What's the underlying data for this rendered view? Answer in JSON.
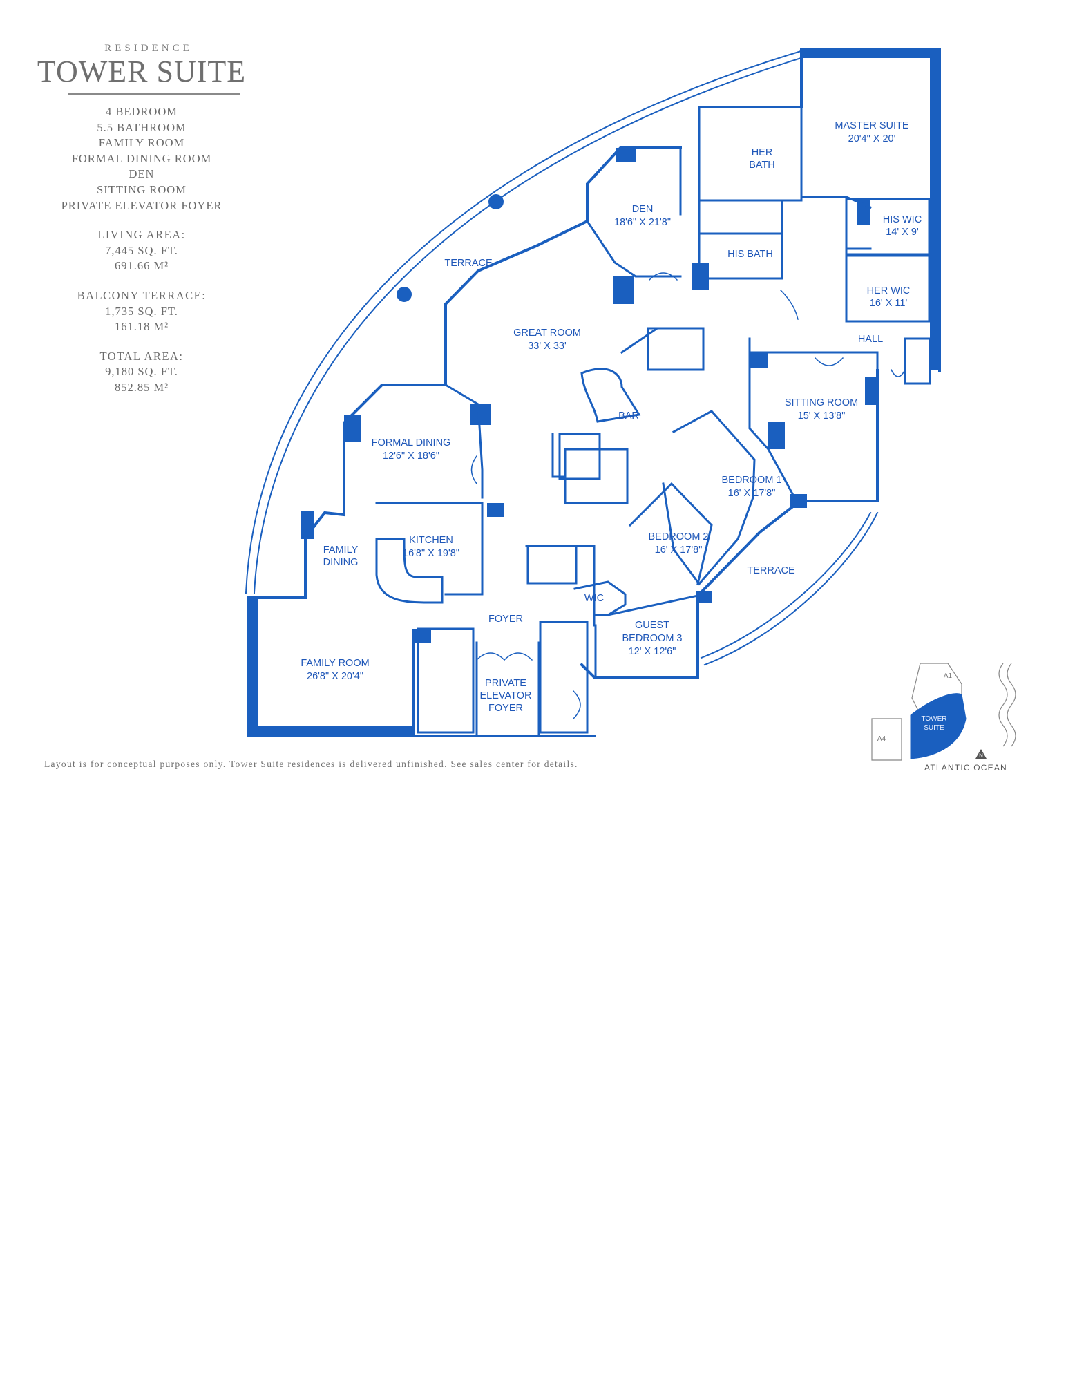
{
  "header": {
    "eyebrow": "RESIDENCE",
    "title": "TOWER SUITE"
  },
  "features": [
    "4 BEDROOM",
    "5.5 BATHROOM",
    "FAMILY ROOM",
    "FORMAL DINING ROOM",
    "DEN",
    "SITTING ROOM",
    "PRIVATE ELEVATOR FOYER"
  ],
  "stats": [
    {
      "label": "LIVING AREA:",
      "sqft": "7,445 SQ. FT.",
      "sqm": "691.66 M²"
    },
    {
      "label": "BALCONY TERRACE:",
      "sqft": "1,735 SQ. FT.",
      "sqm": "161.18 M²"
    },
    {
      "label": "TOTAL AREA:",
      "sqft": "9,180 SQ. FT.",
      "sqm": "852.85 M²"
    }
  ],
  "rooms": {
    "master_suite": {
      "name": "MASTER SUITE",
      "dims": "20'4\" X 20'"
    },
    "her_bath": {
      "line1": "HER",
      "line2": "BATH"
    },
    "den": {
      "name": "DEN",
      "dims": "18'6\" X 21'8\""
    },
    "his_wic": {
      "name": "HIS WIC",
      "dims": "14' X 9'"
    },
    "his_bath": {
      "name": "HIS BATH"
    },
    "her_wic": {
      "name": "HER WIC",
      "dims": "16' X 11'"
    },
    "hall": {
      "name": "HALL"
    },
    "terrace_top": {
      "name": "TERRACE"
    },
    "great_room": {
      "name": "GREAT ROOM",
      "dims": "33' X 33'"
    },
    "sitting_room": {
      "name": "SITTING ROOM",
      "dims": "15' X 13'8\""
    },
    "bar": {
      "name": "BAR"
    },
    "formal_dining": {
      "name": "FORMAL DINING",
      "dims": "12'6\" X 18'6\""
    },
    "bedroom1": {
      "name": "BEDROOM 1",
      "dims": "16' X 17'8\""
    },
    "bedroom2": {
      "name": "BEDROOM 2",
      "dims": "16' X 17'8\""
    },
    "kitchen": {
      "name": "KITCHEN",
      "dims": "16'8\" X 19'8\""
    },
    "family_dining": {
      "line1": "FAMILY",
      "line2": "DINING"
    },
    "terrace_bottom": {
      "name": "TERRACE"
    },
    "wic": {
      "name": "WIC"
    },
    "guest_bedroom": {
      "line1": "GUEST",
      "line2": "BEDROOM 3",
      "dims": "12' X 12'6\""
    },
    "foyer": {
      "name": "FOYER"
    },
    "family_room": {
      "name": "FAMILY ROOM",
      "dims": "26'8\" X 20'4\""
    },
    "private_elevator_foyer": {
      "line1": "PRIVATE",
      "line2": "ELEVATOR",
      "line3": "FOYER"
    }
  },
  "keyplan": {
    "a1": "A1",
    "a4": "A4",
    "tower_line1": "TOWER",
    "tower_line2": "SUITE",
    "north": "N",
    "ocean": "ATLANTIC OCEAN",
    "highlight_color": "#1a5fbf"
  },
  "disclaimer": "Layout is for conceptual purposes only. Tower Suite residences is delivered unfinished. See sales center for details.",
  "colors": {
    "wall": "#1a5fbf",
    "label": "#1f57b8",
    "text_grey": "#6a6a6a"
  }
}
